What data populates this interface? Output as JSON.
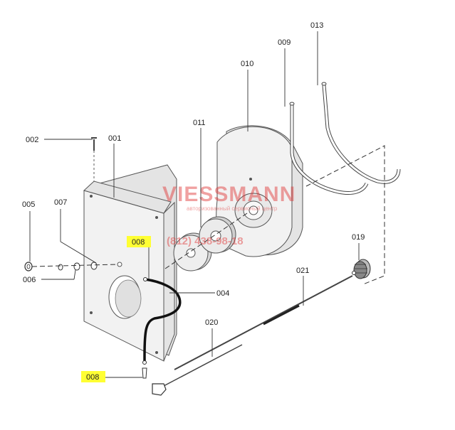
{
  "watermark": {
    "brand": "VIESSMANN",
    "subtitle": "авторизованный сервисный центр",
    "phone": "(812) 438-98-18"
  },
  "labels": {
    "p001": "001",
    "p002": "002",
    "p004": "004",
    "p005": "005",
    "p006": "006",
    "p007": "007",
    "p008a": "008",
    "p008b": "008",
    "p009": "009",
    "p010": "010",
    "p011": "011",
    "p013": "013",
    "p019": "019",
    "p020": "020",
    "p021": "021"
  },
  "colors": {
    "highlight": "#ffff33",
    "watermark": "#e03030",
    "line": "#333333"
  }
}
